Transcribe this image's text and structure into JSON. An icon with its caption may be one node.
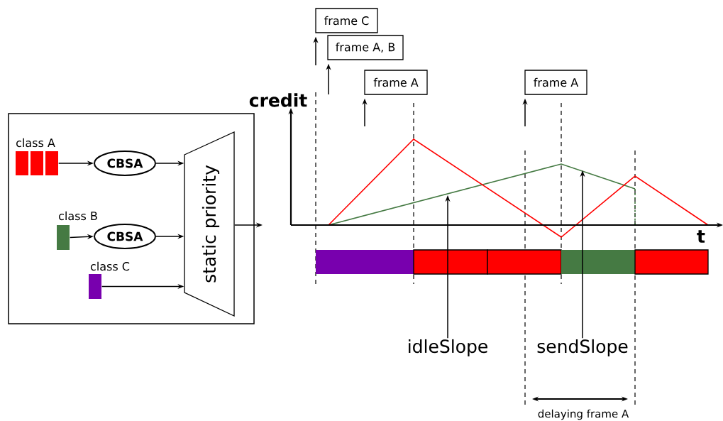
{
  "diagram": {
    "nodes": [
      {
        "text": [],
        "shape": "box"
      },
      {
        "text": [
          "class A"
        ],
        "in": 0
      },
      {
        "text": [
          "CBSA"
        ],
        "in": 0
      },
      {
        "text": [
          "class B"
        ],
        "in": 0
      },
      {
        "text": [
          "CBSA"
        ],
        "in": 0
      },
      {
        "text": [
          "class C"
        ],
        "in": 0
      },
      {
        "text": [
          "static priority"
        ],
        "in": 0
      },
      {
        "text": [
          "frame C"
        ]
      },
      {
        "text": [
          "frame A, B"
        ]
      },
      {
        "text": [
          "frame A"
        ]
      },
      {
        "text": [
          "frame A"
        ]
      },
      {
        "text": [
          "idleSlope"
        ]
      },
      {
        "text": [
          "sendSlope"
        ]
      }
    ],
    "edges": [
      {
        "from": 1,
        "to": 2,
        "arrow": "to"
      },
      {
        "from": 2,
        "to": 6,
        "arrow": "to"
      },
      {
        "from": 3,
        "to": 4,
        "arrow": "to"
      },
      {
        "from": 4,
        "to": 6,
        "arrow": "to"
      },
      {
        "from": 5,
        "to": 6,
        "arrow": "to"
      },
      {
        "from": 6,
        "to": null,
        "arrow": "to"
      },
      {
        "from": null,
        "to": 7,
        "arrow": "to"
      },
      {
        "from": null,
        "to": 8,
        "arrow": "to"
      },
      {
        "from": null,
        "to": 9,
        "arrow": "to"
      },
      {
        "from": null,
        "to": 10,
        "arrow": "to"
      },
      {
        "from": 11,
        "to": null,
        "arrow": "to"
      },
      {
        "from": 12,
        "to": null,
        "arrow": "to"
      }
    ],
    "labels": [
      "credit",
      "t",
      "delaying frame A"
    ]
  }
}
